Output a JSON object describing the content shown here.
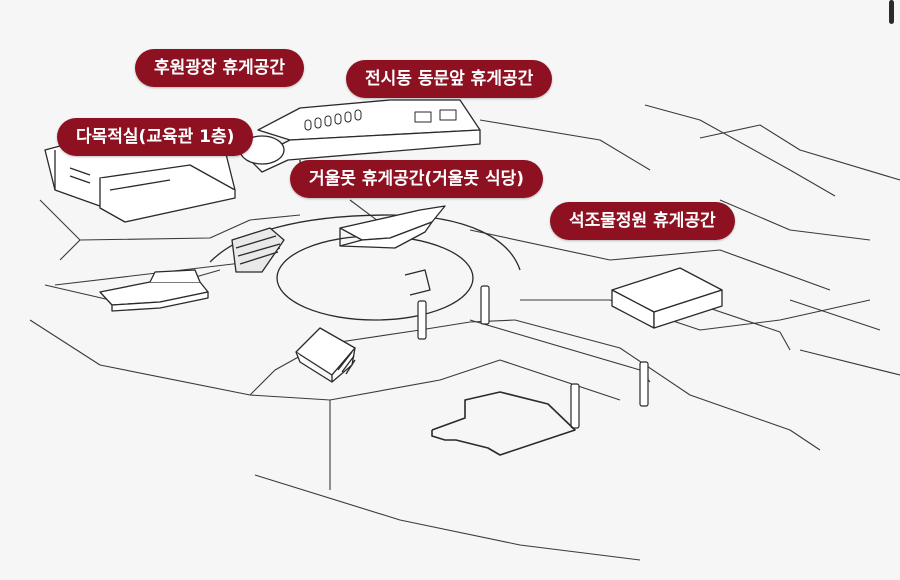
{
  "map": {
    "accent_color": "#8e1122",
    "labels": {
      "huwon": "후원광장 휴게공간",
      "jeonsidong": "전시동 동문앞 휴게공간",
      "damokjeoksil": "다목적실(교육관 1층)",
      "geoulmot": "거울못 휴게공간(거울못 식당)",
      "seokjomul": "석조물정원 휴게공간"
    }
  }
}
